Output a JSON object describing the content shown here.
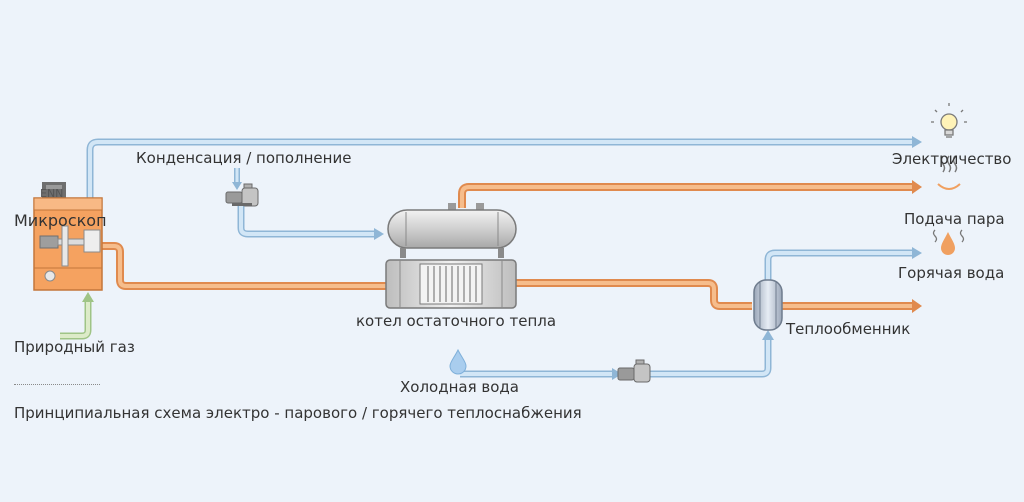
{
  "colors": {
    "background": "#edf3fa",
    "cold_pipe": "#b9d7ee",
    "cold_pipe_edge": "#8fb6d6",
    "hot_pipe": "#f4a86a",
    "hot_pipe_edge": "#e08a4e",
    "gas_pipe": "#c8e0ae",
    "gas_pipe_edge": "#9fc486",
    "engine_body": "#f5a260",
    "equipment_gray": "#c9c9c9"
  },
  "icons": {
    "electricity": "lightbulb-icon",
    "steam": "steam-icon",
    "hot_water": "hot-water-drop-icon",
    "cold_water": "water-drop-icon"
  },
  "labels": {
    "engine_brand": "ENN",
    "engine": "Микроскоп",
    "condensate": "Конденсация / пополнение",
    "electricity": "Электричество",
    "steam_supply": "Подача пара",
    "hot_water": "Горячая вода",
    "waste_heat_boiler": "котел остаточного тепла",
    "heat_exchanger": "Теплообменник",
    "natural_gas": "Природный газ",
    "cold_water": "Холодная вода"
  },
  "caption": "Принципиальная схема электро - парового / горячего теплоснабжения"
}
